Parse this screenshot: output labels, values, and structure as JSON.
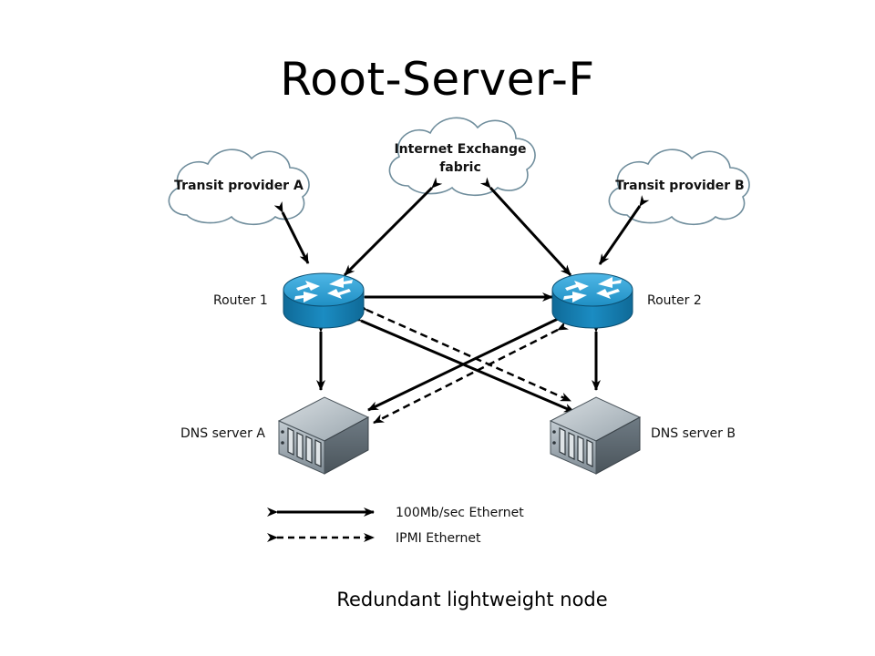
{
  "title": "Root-Server-F",
  "caption": "Redundant lightweight node",
  "clouds": {
    "transit_a": "Transit provider A",
    "ix_line1": "Internet Exchange",
    "ix_line2": "fabric",
    "transit_b": "Transit provider B"
  },
  "routers": {
    "router1": "Router 1",
    "router2": "Router 2"
  },
  "servers": {
    "dns_a": "DNS server A",
    "dns_b": "DNS server B"
  },
  "legend": {
    "solid": "100Mb/sec Ethernet",
    "dashed": "IPMI Ethernet"
  },
  "colors": {
    "router_blue": "#1f8fc4",
    "router_dark": "#0f5f8a",
    "server_gray": "#8e9aa3",
    "line": "#000000"
  }
}
